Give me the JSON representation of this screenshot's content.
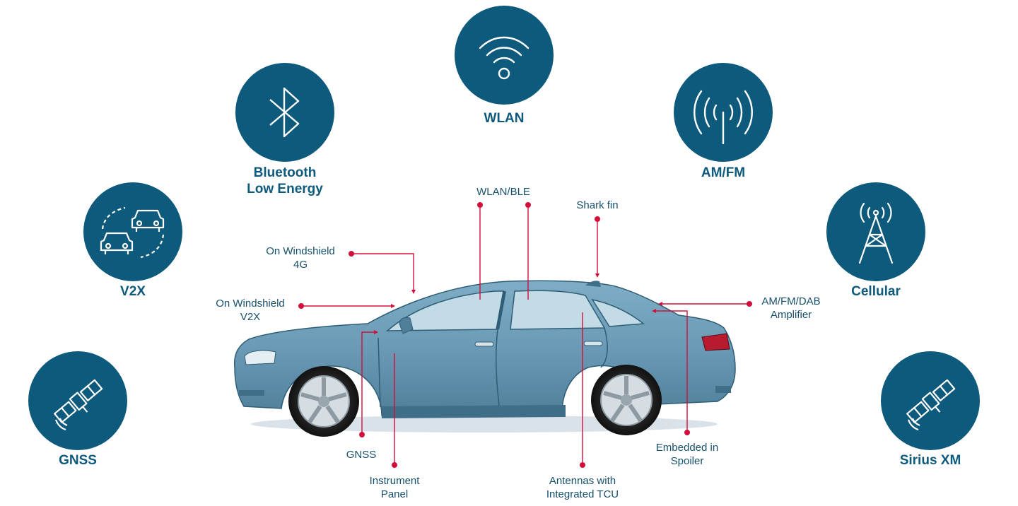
{
  "technologies": {
    "wlan": {
      "label": "WLAN",
      "icon": "wifi-icon"
    },
    "bluetooth": {
      "label_line1": "Bluetooth",
      "label_line2": "Low Energy",
      "icon": "bluetooth-icon"
    },
    "amfm": {
      "label": "AM/FM",
      "icon": "radio-wave-icon"
    },
    "v2x": {
      "label": "V2X",
      "icon": "vehicle-to-vehicle-icon"
    },
    "cellular": {
      "label": "Cellular",
      "icon": "cell-tower-icon"
    },
    "gnss": {
      "label": "GNSS",
      "icon": "satellite-icon"
    },
    "siriusxm": {
      "label": "Sirius XM",
      "icon": "satellite-icon"
    }
  },
  "antenna_locations": {
    "wlan_ble": "WLAN/BLE",
    "shark_fin": "Shark fin",
    "windshield_4g_line1": "On Windshield",
    "windshield_4g_line2": "4G",
    "windshield_v2x_line1": "On Windshield",
    "windshield_v2x_line2": "V2X",
    "amfm_dab_line1": "AM/FM/DAB",
    "amfm_dab_line2": "Amplifier",
    "gnss": "GNSS",
    "instrument_line1": "Instrument",
    "instrument_line2": "Panel",
    "tcu_line1": "Antennas with",
    "tcu_line2": "Integrated TCU",
    "spoiler_line1": "Embedded in",
    "spoiler_line2": "Spoiler"
  },
  "colors": {
    "circle": "#0e5a7c",
    "label_text": "#0e5a7c",
    "callout_text": "#17506b",
    "leader": "#d0103a",
    "car_body": "#6b9bb6",
    "car_window": "#c3dbe6"
  }
}
